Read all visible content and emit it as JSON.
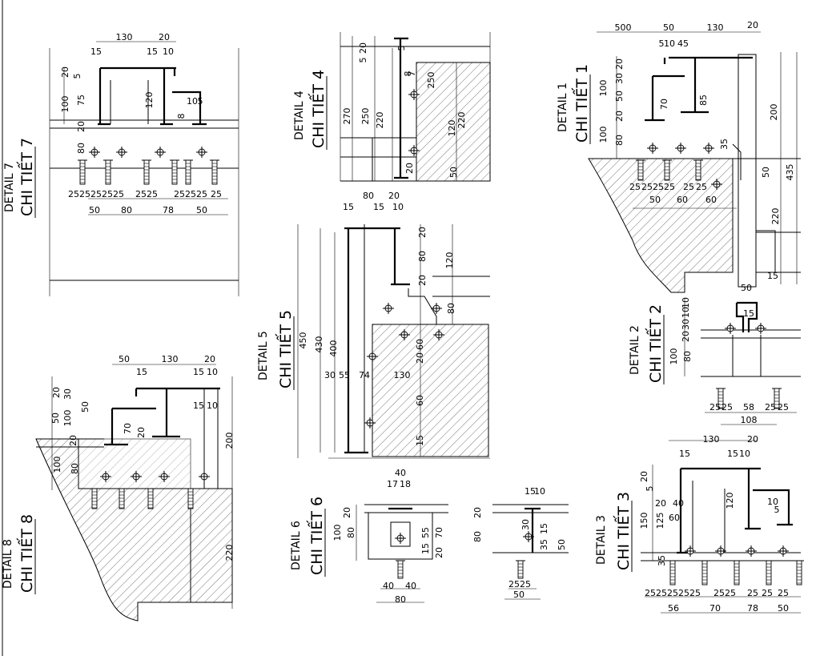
{
  "details": [
    {
      "title": "CHI TIẾT 7",
      "subtitle": "DETAIL 7",
      "dims": [
        "130",
        "20",
        "15",
        "15",
        "10",
        "20",
        "5",
        "100",
        "75",
        "120",
        "20",
        "10",
        "5",
        "8",
        "80",
        "25",
        "25",
        "25",
        "25",
        "25",
        "25",
        "25",
        "25",
        "25",
        "25",
        "25",
        "50",
        "80",
        "78",
        "50"
      ]
    },
    {
      "title": "CHI TIẾT 4",
      "subtitle": "DETAIL 4",
      "dims": [
        "20",
        "5",
        "5",
        "8",
        "7",
        "270",
        "250",
        "220",
        "250",
        "120",
        "220",
        "50",
        "20"
      ]
    },
    {
      "title": "CHI TIẾT 1",
      "subtitle": "DETAIL 1",
      "dims": [
        "500",
        "50",
        "130",
        "20",
        "5",
        "10",
        "45",
        "20",
        "30",
        "100",
        "50",
        "20",
        "100",
        "70",
        "85",
        "200",
        "80",
        "435",
        "50",
        "220",
        "15",
        "25",
        "25",
        "25",
        "25",
        "25",
        "25",
        "50",
        "60",
        "60",
        "35"
      ]
    },
    {
      "title": "CHI TIẾT 5",
      "subtitle": "DETAIL 5",
      "dims": [
        "80",
        "20",
        "15",
        "15",
        "10",
        "20",
        "120",
        "80",
        "20",
        "450",
        "430",
        "400",
        "80",
        "60",
        "20",
        "30",
        "55",
        "74",
        "130",
        "60",
        "15"
      ]
    },
    {
      "title": "CHI TIẾT 2",
      "subtitle": "DETAIL 2",
      "dims": [
        "50",
        "10",
        "10",
        "30",
        "20",
        "15",
        "100",
        "80",
        "25",
        "25",
        "58",
        "25",
        "25",
        "108"
      ]
    },
    {
      "title": "CHI TIẾT 8",
      "subtitle": "DETAIL 8",
      "dims": [
        "50",
        "130",
        "20",
        "15",
        "15",
        "10",
        "20",
        "30",
        "50",
        "100",
        "50",
        "20",
        "100",
        "80",
        "70",
        "20",
        "200",
        "15",
        "10",
        "220"
      ]
    },
    {
      "title": "CHI TIẾT 6",
      "subtitle": "DETAIL 6",
      "dims": [
        "40",
        "17",
        "18",
        "20",
        "100",
        "80",
        "55",
        "15",
        "70",
        "20",
        "40",
        "40",
        "80"
      ]
    },
    {
      "title": "CHI TIẾT 6b",
      "subtitle": "",
      "dims": [
        "15",
        "10",
        "20",
        "80",
        "30",
        "50",
        "15",
        "35",
        "25",
        "25",
        "50"
      ]
    },
    {
      "title": "CHI TIẾT 3",
      "subtitle": "DETAIL 3",
      "dims": [
        "130",
        "20",
        "15",
        "15",
        "10",
        "20",
        "5",
        "150",
        "125",
        "120",
        "20",
        "40",
        "60",
        "10",
        "5",
        "35",
        "25",
        "25",
        "25",
        "25",
        "25",
        "25",
        "25",
        "25",
        "25",
        "25",
        "56",
        "70",
        "78",
        "50"
      ]
    }
  ],
  "colors": {
    "line": "#000000",
    "paper": "#ffffff"
  }
}
